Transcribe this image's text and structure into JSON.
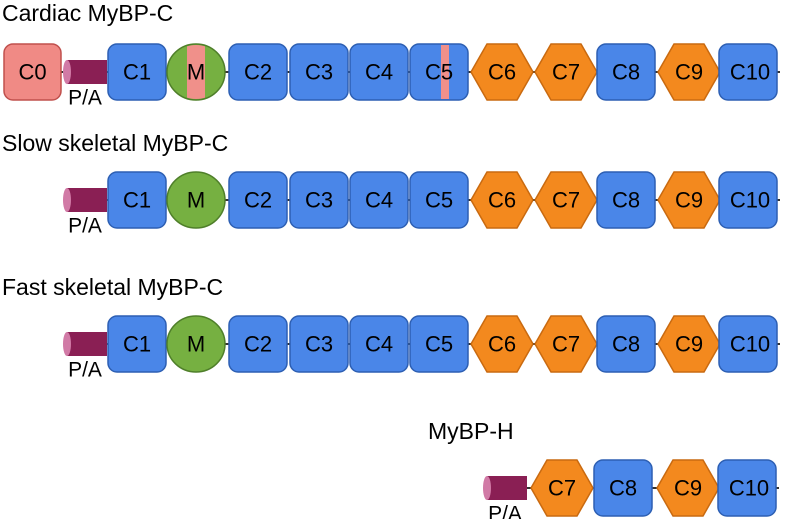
{
  "proteins": [
    {
      "title": "Cardiac MyBP-C",
      "domains": [
        {
          "label": "C0",
          "kind": "c0"
        },
        {
          "label": "P/A",
          "kind": "pa"
        },
        {
          "label": "C1",
          "kind": "ig"
        },
        {
          "label": "M",
          "kind": "m",
          "insert": true
        },
        {
          "label": "C2",
          "kind": "ig"
        },
        {
          "label": "C3",
          "kind": "ig"
        },
        {
          "label": "C4",
          "kind": "ig"
        },
        {
          "label": "C5",
          "kind": "ig",
          "insert": true
        },
        {
          "label": "C6",
          "kind": "fn"
        },
        {
          "label": "C7",
          "kind": "fn"
        },
        {
          "label": "C8",
          "kind": "ig"
        },
        {
          "label": "C9",
          "kind": "fn"
        },
        {
          "label": "C10",
          "kind": "ig"
        }
      ]
    },
    {
      "title": "Slow skeletal MyBP-C",
      "domains": [
        {
          "label": "P/A",
          "kind": "pa"
        },
        {
          "label": "C1",
          "kind": "ig"
        },
        {
          "label": "M",
          "kind": "m"
        },
        {
          "label": "C2",
          "kind": "ig"
        },
        {
          "label": "C3",
          "kind": "ig"
        },
        {
          "label": "C4",
          "kind": "ig"
        },
        {
          "label": "C5",
          "kind": "ig"
        },
        {
          "label": "C6",
          "kind": "fn"
        },
        {
          "label": "C7",
          "kind": "fn"
        },
        {
          "label": "C8",
          "kind": "ig"
        },
        {
          "label": "C9",
          "kind": "fn"
        },
        {
          "label": "C10",
          "kind": "ig"
        }
      ]
    },
    {
      "title": "Fast skeletal MyBP-C",
      "domains": [
        {
          "label": "P/A",
          "kind": "pa"
        },
        {
          "label": "C1",
          "kind": "ig"
        },
        {
          "label": "M",
          "kind": "m"
        },
        {
          "label": "C2",
          "kind": "ig"
        },
        {
          "label": "C3",
          "kind": "ig"
        },
        {
          "label": "C4",
          "kind": "ig"
        },
        {
          "label": "C5",
          "kind": "ig"
        },
        {
          "label": "C6",
          "kind": "fn"
        },
        {
          "label": "C7",
          "kind": "fn"
        },
        {
          "label": "C8",
          "kind": "ig"
        },
        {
          "label": "C9",
          "kind": "fn"
        },
        {
          "label": "C10",
          "kind": "ig"
        }
      ]
    },
    {
      "title": "MyBP-H",
      "domains": [
        {
          "label": "P/A",
          "kind": "pa"
        },
        {
          "label": "C7",
          "kind": "fn"
        },
        {
          "label": "C8",
          "kind": "ig"
        },
        {
          "label": "C9",
          "kind": "fn"
        },
        {
          "label": "C10",
          "kind": "ig"
        }
      ]
    }
  ],
  "colors": {
    "ig_fill": "#4a86e8",
    "ig_stroke": "#2d5fb3",
    "fn_fill": "#f3891e",
    "fn_stroke": "#c96a10",
    "m_fill": "#76b041",
    "m_stroke": "#4f7f2a",
    "c0_fill": "#f08a85",
    "c0_stroke": "#c0504d",
    "insert_fill": "#f0908a",
    "pa_fill": "#8a1f54",
    "pa_cap": "#d17aa6",
    "linker": "#333333"
  }
}
